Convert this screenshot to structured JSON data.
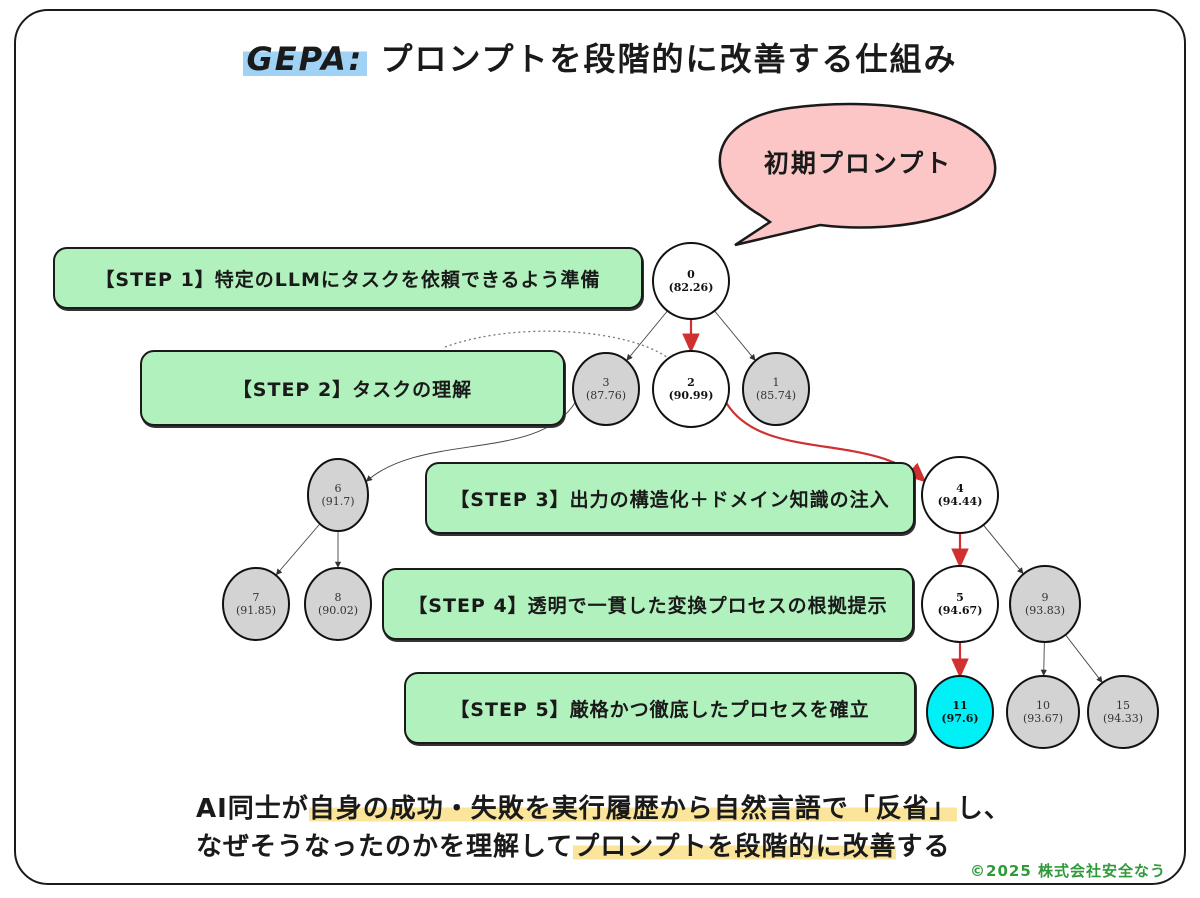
{
  "title": {
    "highlight": "GEPA:",
    "text": " プロンプトを段階的に改善する仕組み"
  },
  "bubble": {
    "text": "初期プロンプト",
    "fill": "#fcc6c6"
  },
  "steps": [
    {
      "id": "step1",
      "label": "【STEP 1】特定のLLMにタスクを依頼できるよう準備"
    },
    {
      "id": "step2",
      "label": "【STEP 2】タスクの理解"
    },
    {
      "id": "step3",
      "label": "【STEP 3】出力の構造化＋ドメイン知識の注入"
    },
    {
      "id": "step4",
      "label": "【STEP 4】透明で一貫した変換プロセスの根拠提示"
    },
    {
      "id": "step5",
      "label": "【STEP 5】厳格かつ徹底したプロセスを確立"
    }
  ],
  "nodes": [
    {
      "id": "0",
      "score": "(82.26)",
      "type": "path"
    },
    {
      "id": "3",
      "score": "(87.76)",
      "type": "other"
    },
    {
      "id": "2",
      "score": "(90.99)",
      "type": "path"
    },
    {
      "id": "1",
      "score": "(85.74)",
      "type": "other"
    },
    {
      "id": "6",
      "score": "(91.7)",
      "type": "other"
    },
    {
      "id": "4",
      "score": "(94.44)",
      "type": "path"
    },
    {
      "id": "7",
      "score": "(91.85)",
      "type": "other"
    },
    {
      "id": "8",
      "score": "(90.02)",
      "type": "other"
    },
    {
      "id": "5",
      "score": "(94.67)",
      "type": "path"
    },
    {
      "id": "9",
      "score": "(93.83)",
      "type": "other"
    },
    {
      "id": "11",
      "score": "(97.6)",
      "type": "best"
    },
    {
      "id": "10",
      "score": "(93.67)",
      "type": "other"
    },
    {
      "id": "15",
      "score": "(94.33)",
      "type": "other"
    }
  ],
  "edges": [
    {
      "from": "0",
      "to": "3",
      "path": false
    },
    {
      "from": "0",
      "to": "2",
      "path": true
    },
    {
      "from": "0",
      "to": "1",
      "path": false
    },
    {
      "from": "2",
      "to": "4",
      "path": true
    },
    {
      "from": "3",
      "to": "6",
      "path": false
    },
    {
      "from": "6",
      "to": "7",
      "path": false
    },
    {
      "from": "6",
      "to": "8",
      "path": false
    },
    {
      "from": "4",
      "to": "5",
      "path": true
    },
    {
      "from": "4",
      "to": "9",
      "path": false
    },
    {
      "from": "5",
      "to": "11",
      "path": true
    },
    {
      "from": "9",
      "to": "10",
      "path": false
    },
    {
      "from": "9",
      "to": "15",
      "path": false
    }
  ],
  "colors": {
    "path_edge": "#d03030",
    "other_edge": "#444444",
    "other_node": "#d3d3d3",
    "path_node": "#ffffff",
    "best_node": "#00f0f8",
    "step_box": "#b1f1bd"
  },
  "caption": {
    "line1_a": "AI同士が",
    "line1_hl": "自身の成功・失敗を実行履歴から自然言語で「反省」",
    "line1_b": "し、",
    "line2_a": "なぜそうなったのかを理解して",
    "line2_hl": "プロンプトを段階的に改善",
    "line2_b": "する"
  },
  "copyright": "©2025 株式会社安全なう"
}
